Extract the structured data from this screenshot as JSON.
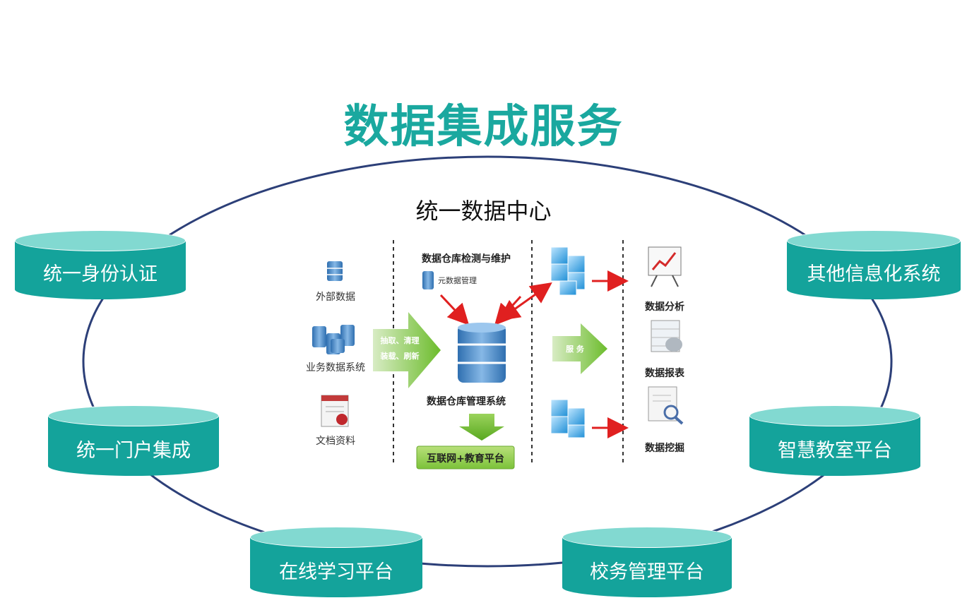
{
  "title": "数据集成服务",
  "center": {
    "heading": "统一数据中心",
    "sources": [
      "外部数据",
      "业务数据系统",
      "文档资料"
    ],
    "etl_lines": [
      "抽取、清理",
      "装载、刷新"
    ],
    "maintenance": "数据仓库检测与维护",
    "metadata": "元数据管理",
    "warehouse": "数据仓库管理系统",
    "platform": "互联网+教育平台",
    "service": "服 务",
    "outputs": [
      "数据分析",
      "数据报表",
      "数据挖掘"
    ]
  },
  "systems": [
    "统一身份认证",
    "统一门户集成",
    "在线学习平台",
    "校务管理平台",
    "智慧教室平台",
    "其他信息化系统"
  ],
  "colors": {
    "title": "#1aa89f",
    "drum_body": "#14a39b",
    "drum_top": "#82d9d1",
    "ring": "#2c3f78",
    "green_arrow": "#7cc23a",
    "red_arrow": "#e02020"
  }
}
